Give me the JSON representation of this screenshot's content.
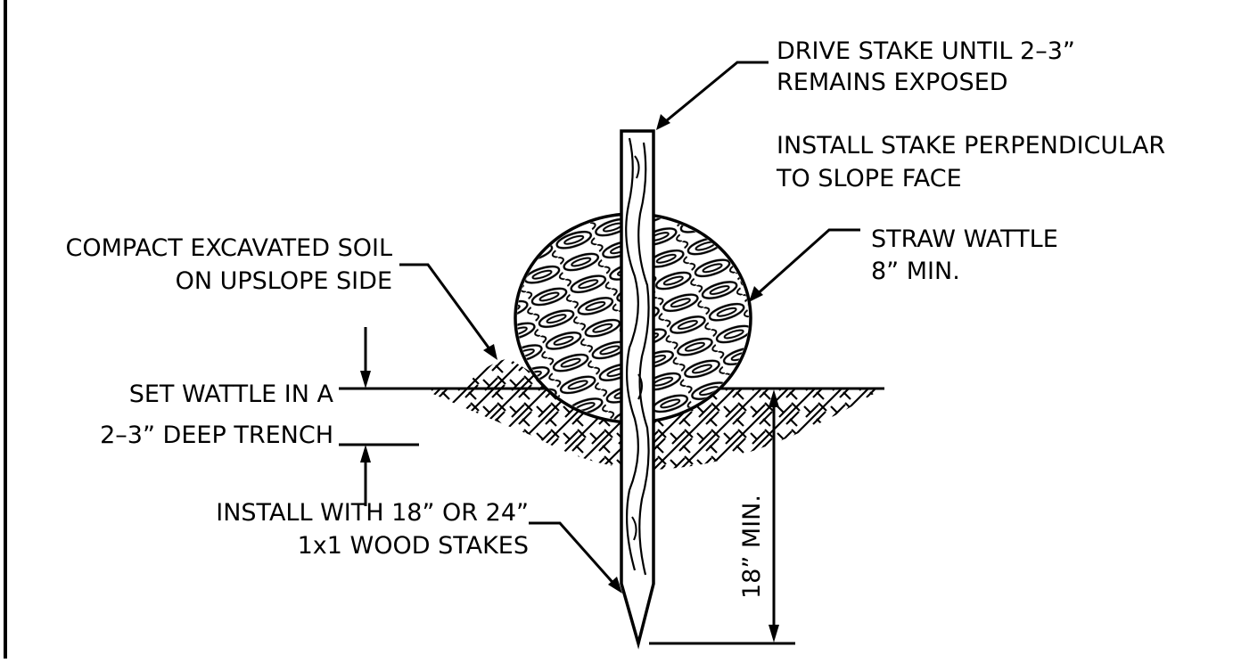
{
  "labels": {
    "drive_stake_1": "DRIVE STAKE UNTIL 2–3”",
    "drive_stake_2": "REMAINS EXPOSED",
    "perpendicular_1": "INSTALL STAKE PERPENDICULAR",
    "perpendicular_2": "TO SLOPE FACE",
    "compact_1": "COMPACT EXCAVATED SOIL",
    "compact_2": "ON UPSLOPE SIDE",
    "straw_wattle_1": "STRAW WATTLE",
    "straw_wattle_2": "8” MIN.",
    "trench_1": "SET WATTLE IN A",
    "trench_2": "2–3” DEEP TRENCH",
    "stakes_1": "INSTALL WITH 18” OR 24”",
    "stakes_2": "1x1 WOOD STAKES",
    "depth": "18” MIN."
  },
  "colors": {
    "ink": "#000000",
    "paper": "#ffffff"
  }
}
